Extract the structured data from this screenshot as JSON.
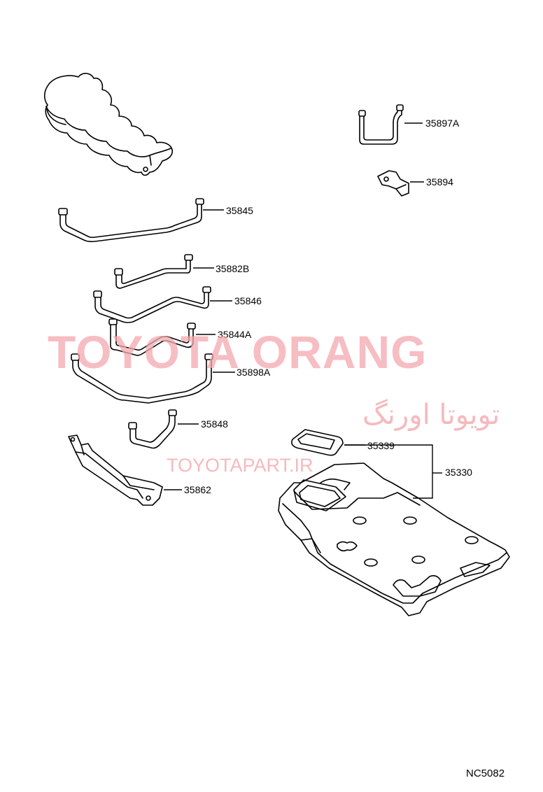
{
  "labels": {
    "p35897a": "35897A",
    "p35894": "35894",
    "p35845": "35845",
    "p35882b": "35882B",
    "p35846": "35846",
    "p35844a": "35844A",
    "p35898a": "35898A",
    "p35848": "35848",
    "p35339": "35339",
    "p35330": "35330",
    "p35862": "35862"
  },
  "watermark": {
    "brand": "TOYOTA ORANG",
    "brand_fa": "تویوتا اورنگ",
    "url": "TOYOTAPART.IR",
    "color": "#f4a8ae"
  },
  "diagram_code": "NC5082"
}
